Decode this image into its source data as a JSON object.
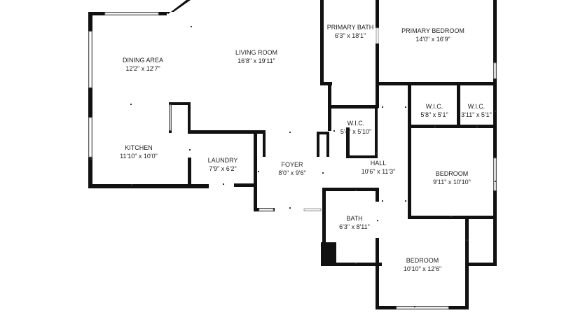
{
  "rooms": [
    {
      "id": "dining",
      "name": "DINING AREA",
      "dims": "12'2\" x 12'7\""
    },
    {
      "id": "living",
      "name": "LIVING ROOM",
      "dims": "16'8\" x 19'11\""
    },
    {
      "id": "kitchen",
      "name": "KITCHEN",
      "dims": "11'10\" x 10'0\""
    },
    {
      "id": "laundry",
      "name": "LAUNDRY",
      "dims": "7'9\" x 6'2\""
    },
    {
      "id": "foyer",
      "name": "FOYER",
      "dims": "8'0\" x 9'6\""
    },
    {
      "id": "primary-bath",
      "name": "PRIMARY BATH",
      "dims": "6'3\" x 18'1\""
    },
    {
      "id": "primary-bedroom",
      "name": "PRIMARY BEDROOM",
      "dims": "14'0\" x 16'9\""
    },
    {
      "id": "wic-center",
      "name": "W.I.C.",
      "dims": "5'4\" x 5'10\""
    },
    {
      "id": "wic-left",
      "name": "W.I.C.",
      "dims": "5'8\" x 5'1\""
    },
    {
      "id": "wic-right",
      "name": "W.I.C.",
      "dims": "3'11\" x 5'1\""
    },
    {
      "id": "hall",
      "name": "HALL",
      "dims": "10'6\" x 11'3\""
    },
    {
      "id": "bedroom-right",
      "name": "BEDROOM",
      "dims": "9'11\" x 10'10\""
    },
    {
      "id": "bath",
      "name": "BATH",
      "dims": "6'3\" x 8'11\""
    },
    {
      "id": "bedroom-bottom",
      "name": "BEDROOM",
      "dims": "10'10\" x 12'6\""
    }
  ]
}
